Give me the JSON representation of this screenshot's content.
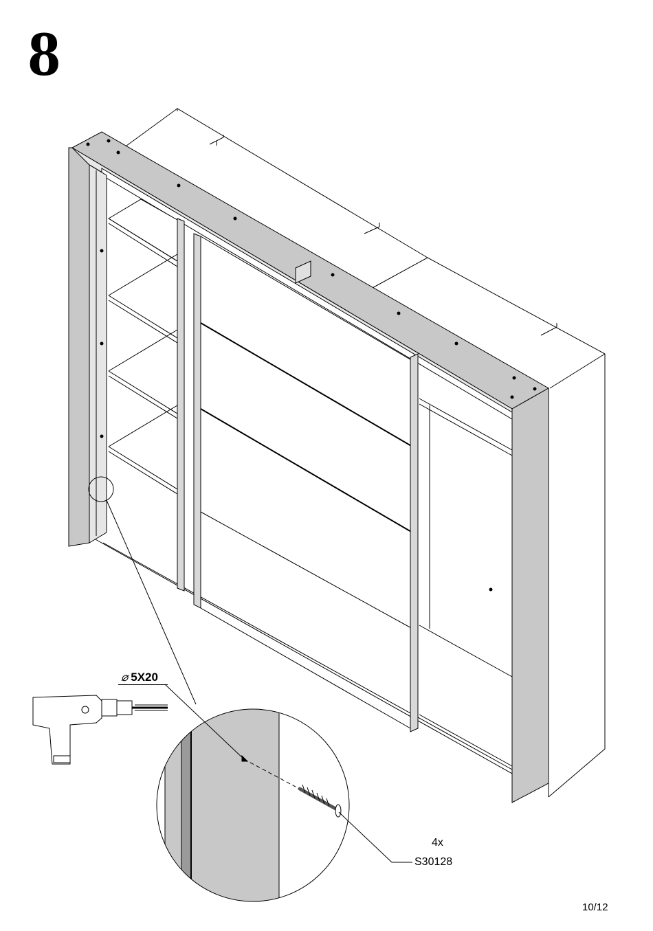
{
  "step": {
    "number": "8"
  },
  "drill": {
    "symbol": "⌀",
    "size": "5X20"
  },
  "fitting": {
    "quantity": "4x",
    "part_code": "S30128"
  },
  "page": {
    "number": "10/12"
  },
  "colors": {
    "panel_fill": "#c8c8c8",
    "panel_dark": "#9a9a9a",
    "line": "#000000",
    "background": "#ffffff"
  }
}
